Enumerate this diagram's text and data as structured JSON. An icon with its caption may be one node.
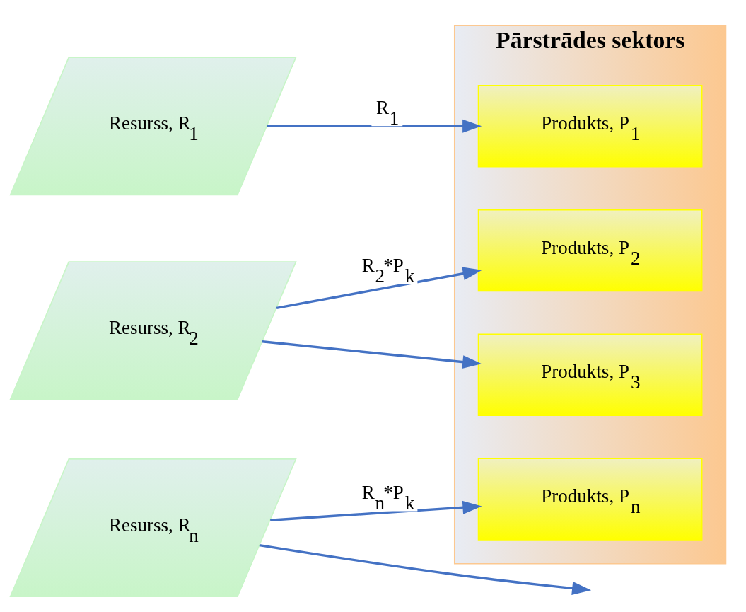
{
  "diagram": {
    "nodes": [
      {
        "text": [
          "Pārstrādes sektors"
        ]
      },
      {
        "text": [
          "Resurss, R$_{1}$"
        ]
      },
      {
        "text": [
          "Produkts, P$_{1}$"
        ],
        "in": 0
      },
      {
        "text": [
          "Resurss, R$_{2}$"
        ]
      },
      {
        "text": [
          "Produkts, P$_{2}$"
        ],
        "in": 0
      },
      {
        "text": [
          "Produkts, P$_{3}$"
        ],
        "in": 0
      },
      {
        "text": [
          "Resurss, R$_{n}$"
        ]
      },
      {
        "text": [
          "Produkts, P$_{n}$"
        ],
        "in": 0
      }
    ],
    "edges": [
      {
        "from": 1,
        "to": 2,
        "arrow": "to",
        "label": "R$_{1}$"
      },
      {
        "from": 3,
        "to": 4,
        "arrow": "to",
        "label": "R$_{2}$*P$_{k}$"
      },
      {
        "from": 3,
        "to": 5,
        "arrow": "to"
      },
      {
        "from": 6,
        "to": 7,
        "arrow": "to",
        "label": "R$_{n}$*P$_{k}$"
      },
      {
        "from": 6,
        "to": null,
        "arrow": "to"
      }
    ]
  }
}
